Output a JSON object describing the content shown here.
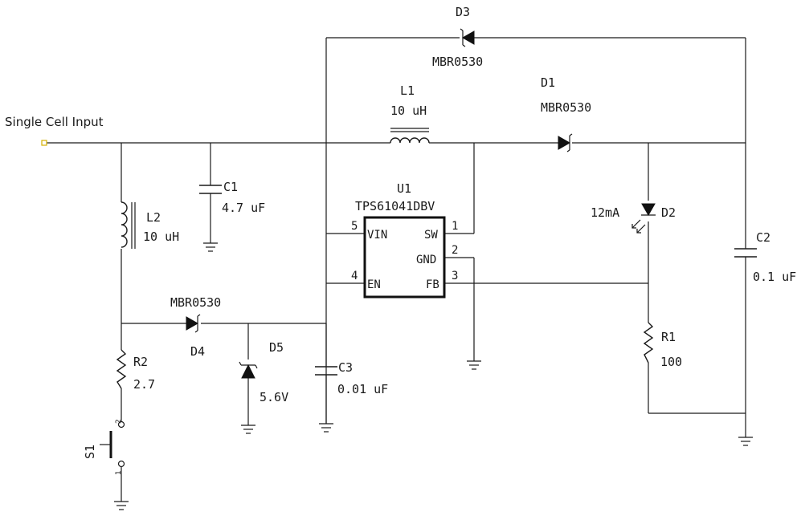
{
  "input_label": "Single Cell Input",
  "u1": {
    "ref": "U1",
    "part": "TPS61041DBV",
    "pins": {
      "vin": "VIN",
      "vin_num": "5",
      "en": "EN",
      "en_num": "4",
      "sw": "SW",
      "sw_num": "1",
      "gnd": "GND",
      "gnd_num": "2",
      "fb": "FB",
      "fb_num": "3"
    }
  },
  "l1": {
    "ref": "L1",
    "value": "10 uH"
  },
  "l2": {
    "ref": "L2",
    "value": "10 uH"
  },
  "c1": {
    "ref": "C1",
    "value": "4.7 uF"
  },
  "c2": {
    "ref": "C2",
    "value": "0.1 uF"
  },
  "c3": {
    "ref": "C3",
    "value": "0.01 uF"
  },
  "d1": {
    "ref": "D1",
    "part": "MBR0530"
  },
  "d2": {
    "ref": "D2",
    "current": "12mA"
  },
  "d3": {
    "ref": "D3",
    "part": "MBR0530"
  },
  "d4": {
    "ref": "D4",
    "part": "MBR0530"
  },
  "d5": {
    "ref": "D5",
    "value": "5.6V"
  },
  "r1": {
    "ref": "R1",
    "value": "100"
  },
  "r2": {
    "ref": "R2",
    "value": "2.7"
  },
  "s1": {
    "ref": "S1",
    "pin1": "1",
    "pin2": "2"
  },
  "colors": {
    "ink": "#1a1a1a",
    "input_port": "#d4b000"
  }
}
